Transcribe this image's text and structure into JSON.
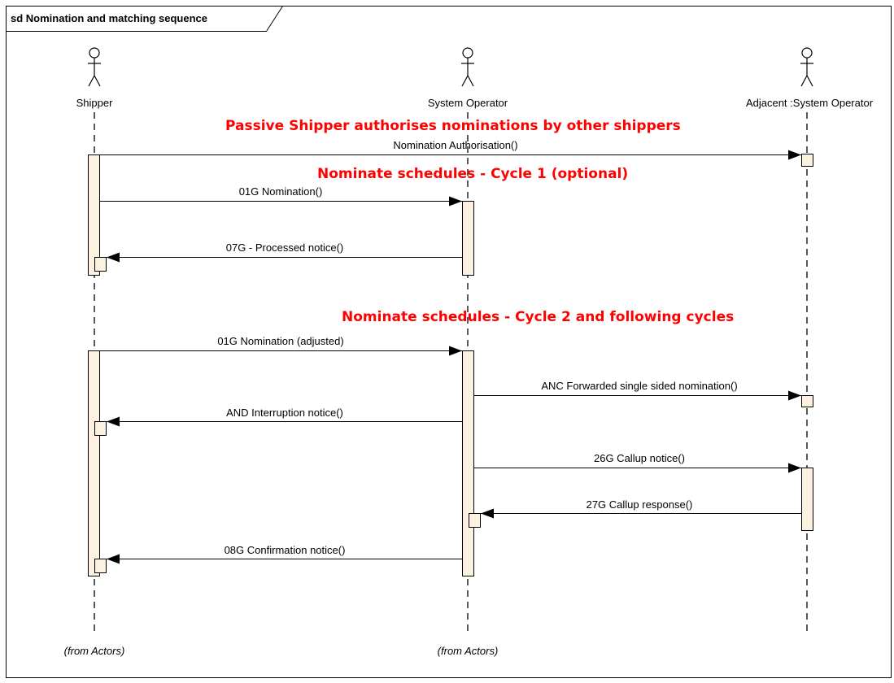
{
  "frame": {
    "title": "sd Nomination and matching sequence"
  },
  "actors": [
    {
      "name": "Shipper",
      "from": "(from Actors)"
    },
    {
      "name": "System Operator",
      "from": "(from Actors)"
    },
    {
      "name": "Adjacent :System Operator",
      "from": ""
    }
  ],
  "notes": [
    "Passive Shipper authorises nominations by other shippers",
    "Nominate schedules - Cycle 1 (optional)",
    "Nominate schedules - Cycle 2 and following cycles"
  ],
  "messages": [
    {
      "label": "Nomination Authorisation()",
      "from": "Shipper",
      "to": "Adjacent :System Operator"
    },
    {
      "label": "01G Nomination()",
      "from": "Shipper",
      "to": "System Operator"
    },
    {
      "label": "07G - Processed notice()",
      "from": "System Operator",
      "to": "Shipper"
    },
    {
      "label": "01G Nomination (adjusted)",
      "from": "Shipper",
      "to": "System Operator"
    },
    {
      "label": "ANC Forwarded single sided nomination()",
      "from": "System Operator",
      "to": "Adjacent :System Operator"
    },
    {
      "label": "AND Interruption notice()",
      "from": "System Operator",
      "to": "Shipper"
    },
    {
      "label": "26G Callup notice()",
      "from": "System Operator",
      "to": "Adjacent :System Operator"
    },
    {
      "label": "27G Callup response()",
      "from": "Adjacent :System Operator",
      "to": "System Operator"
    },
    {
      "label": "08G Confirmation notice()",
      "from": "System Operator",
      "to": "Shipper"
    }
  ]
}
